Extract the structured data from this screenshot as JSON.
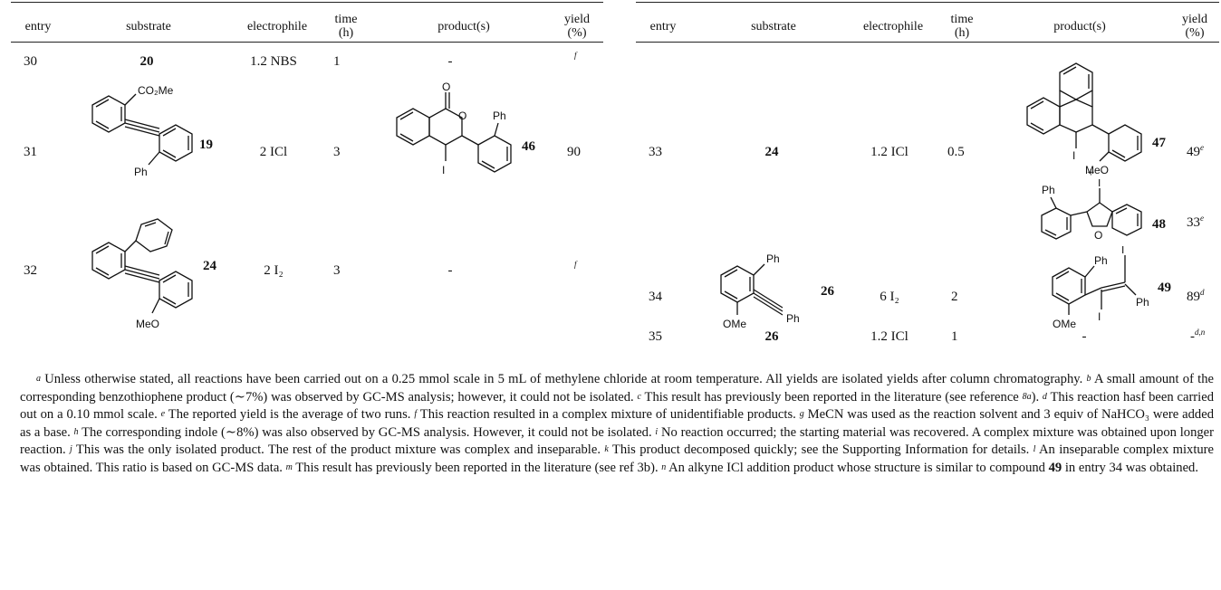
{
  "headers": {
    "entry": "entry",
    "substrate": "substrate",
    "electrophile": "electrophile",
    "time_1": "time",
    "time_2": "(h)",
    "products": "product(s)",
    "yield_1": "yield",
    "yield_2": "(%)"
  },
  "left_rows": [
    {
      "entry": "30",
      "substrate": "20",
      "electrophile": "1.2 NBS",
      "time": "1",
      "product": "-",
      "yield_note": "f"
    },
    {
      "entry": "31",
      "substrate": "19",
      "electrophile": "2 ICl",
      "time": "3",
      "product": "46",
      "yield": "90"
    },
    {
      "entry": "32",
      "substrate": "24",
      "electrophile": "2 I₂",
      "time": "3",
      "product": "-",
      "yield_note": "f"
    }
  ],
  "right_rows": [
    {
      "entry": "33",
      "substrate": "24",
      "electrophile": "1.2 ICl",
      "time": "0.5",
      "product_a": "47",
      "yield_a": "49",
      "yield_a_note": "e",
      "plus": "+",
      "product_b": "48",
      "yield_b": "33",
      "yield_b_note": "e"
    },
    {
      "entry": "34",
      "substrate": "26",
      "electrophile": "6 I₂",
      "time": "2",
      "product": "49",
      "yield": "89",
      "yield_note": "d"
    },
    {
      "entry": "35",
      "substrate": "26",
      "electrophile": "1.2 ICl",
      "time": "1",
      "product": "-",
      "yield_dash": "-",
      "yield_note": "d,n"
    }
  ],
  "structure_labels": {
    "co2me": "CO₂Me",
    "ph": "Ph",
    "meo": "MeO",
    "ome": "OMe",
    "o": "O",
    "i": "I"
  },
  "footnotes": {
    "a": "Unless otherwise stated, all reactions have been carried out on a 0.25 mmol scale in 5 mL of methylene chloride at room temperature. All yields are isolated yields after column chromatography.",
    "b": "A small amount of the corresponding benzothiophene product (∼7%) was observed by GC-MS analysis; however, it could not be isolated.",
    "c_pre": "This result has previously been reported in the literature (see reference ",
    "c_ref": "8a",
    "c_post": ").",
    "d": "This reaction hasf been carried out on a 0.10 mmol scale.",
    "e": "The reported yield is the average of two runs.",
    "f": "This reaction resulted in a complex mixture of unidentifiable products.",
    "g": "MeCN was used as the reaction solvent and 3 equiv of NaHCO₃ were added as a base.",
    "h": "The corresponding indole (∼8%) was also observed by GC-MS analysis. However, it could not be isolated.",
    "i": "No reaction occurred; the starting material was recovered. A complex mixture was obtained upon longer reaction.",
    "j": "This was the only isolated product. The rest of the product mixture was complex and inseparable.",
    "k": "This product decomposed quickly; see the Supporting Information for details.",
    "l": "An inseparable complex mixture was obtained. This ratio is based on GC-MS data.",
    "m": "This result has previously been reported in the literature (see ref 3b).",
    "n_pre": "An alkyne ICl addition product whose structure is similar to compound ",
    "n_compound": "49",
    "n_mid": " in entry ",
    "n_entry": "34",
    "n_post": " was obtained."
  },
  "footnote_marks": [
    "a",
    "b",
    "c",
    "d",
    "e",
    "f",
    "g",
    "h",
    "i",
    "j",
    "k",
    "l",
    "m",
    "n"
  ]
}
